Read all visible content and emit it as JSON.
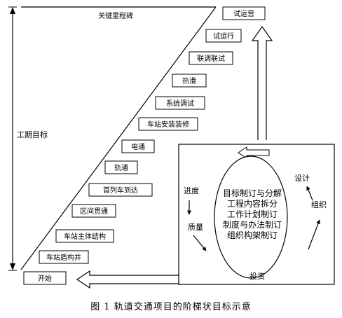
{
  "diagram": {
    "title": "关键里程碑",
    "duration_label": "工期目标",
    "steps": [
      "开始",
      "车站盾构井",
      "车站主体结构",
      "区间贯通",
      "首列车到达",
      "轨通",
      "电通",
      "车站安装装修",
      "系统调试",
      "热滑",
      "联调联试",
      "试运行",
      "试运营"
    ],
    "cycle": {
      "left_top": "进度",
      "left_bottom": "质量",
      "right_top": "设计",
      "right_bottom": "组织",
      "bottom": "投资"
    },
    "oval_lines": [
      "目标制订与分解",
      "工程内容拆分",
      "工作计划制订",
      "制度与办法制订",
      "组织构架制订"
    ]
  },
  "caption": "图 1   轨道交通项目的阶梯状目标示意"
}
